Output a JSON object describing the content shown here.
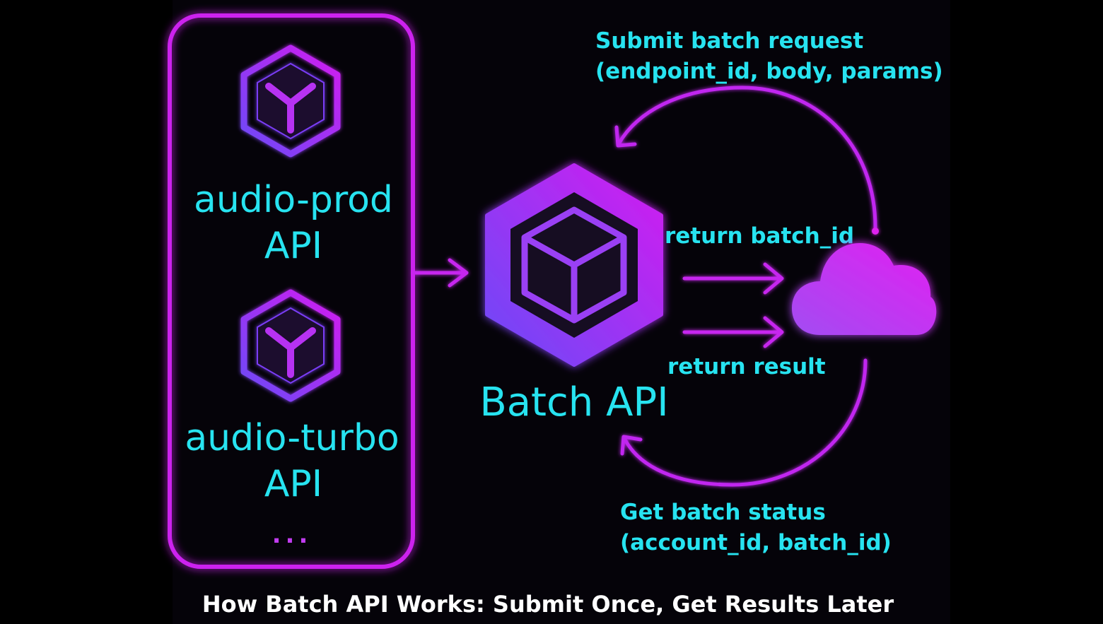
{
  "endpoints_panel": {
    "items": [
      {
        "name_line1": "audio-prod",
        "name_line2": "API",
        "icon": "endpoint-hex-icon"
      },
      {
        "name_line1": "audio-turbo",
        "name_line2": "API",
        "icon": "endpoint-hex-icon"
      }
    ],
    "more": "..."
  },
  "batch_api": {
    "label": "Batch API",
    "icon": "cube-hex-icon"
  },
  "flows": {
    "submit_line1": "Submit batch request",
    "submit_line2": "(endpoint_id, body, params)",
    "return_batch_id": "return batch_id",
    "return_result": "return result",
    "status_line1": "Get batch status",
    "status_line2": "(account_id, batch_id)"
  },
  "cloud": {
    "icon": "cloud-icon"
  },
  "caption": "How Batch API Works: Submit Once, Get Results Later",
  "colors": {
    "accent_magenta": "#d41cf0",
    "accent_purple": "#8a3bf5",
    "text_cyan": "#27e3f0",
    "caption_white": "#ffffff",
    "background": "#000000"
  }
}
